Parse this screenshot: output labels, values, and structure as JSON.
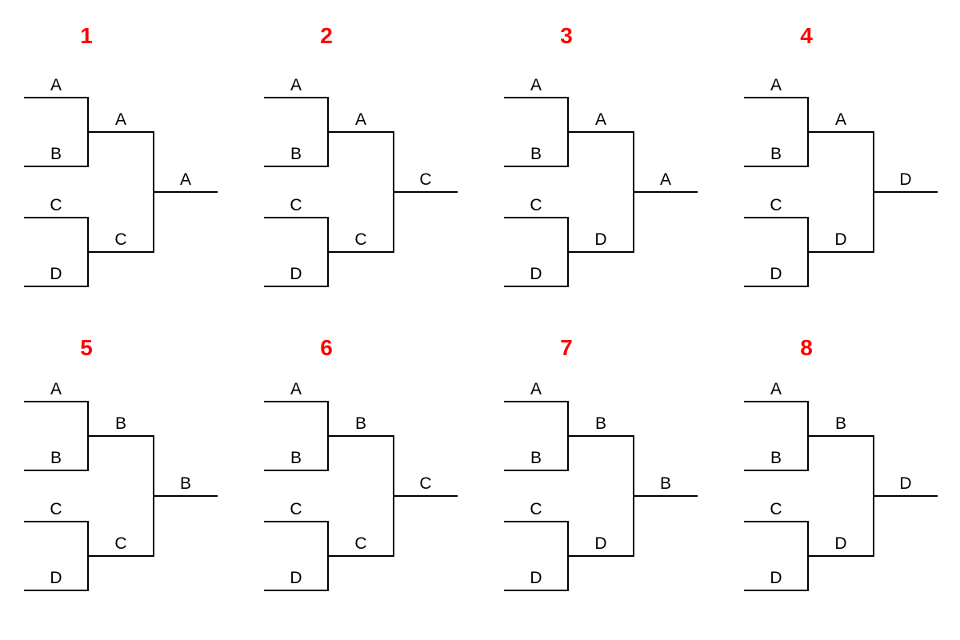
{
  "colors": {
    "background": "#ffffff",
    "line": "#000000",
    "label": "#000000",
    "number": "#ff0000"
  },
  "brackets": [
    {
      "number": "1",
      "players": [
        "A",
        "B",
        "C",
        "D"
      ],
      "semifinal_winners": [
        "A",
        "C"
      ],
      "champion": "A"
    },
    {
      "number": "2",
      "players": [
        "A",
        "B",
        "C",
        "D"
      ],
      "semifinal_winners": [
        "A",
        "C"
      ],
      "champion": "C"
    },
    {
      "number": "3",
      "players": [
        "A",
        "B",
        "C",
        "D"
      ],
      "semifinal_winners": [
        "A",
        "D"
      ],
      "champion": "A"
    },
    {
      "number": "4",
      "players": [
        "A",
        "B",
        "C",
        "D"
      ],
      "semifinal_winners": [
        "A",
        "D"
      ],
      "champion": "D"
    },
    {
      "number": "5",
      "players": [
        "A",
        "B",
        "C",
        "D"
      ],
      "semifinal_winners": [
        "B",
        "C"
      ],
      "champion": "B"
    },
    {
      "number": "6",
      "players": [
        "A",
        "B",
        "C",
        "D"
      ],
      "semifinal_winners": [
        "B",
        "C"
      ],
      "champion": "C"
    },
    {
      "number": "7",
      "players": [
        "A",
        "B",
        "C",
        "D"
      ],
      "semifinal_winners": [
        "B",
        "D"
      ],
      "champion": "B"
    },
    {
      "number": "8",
      "players": [
        "A",
        "B",
        "C",
        "D"
      ],
      "semifinal_winners": [
        "B",
        "D"
      ],
      "champion": "D"
    }
  ]
}
